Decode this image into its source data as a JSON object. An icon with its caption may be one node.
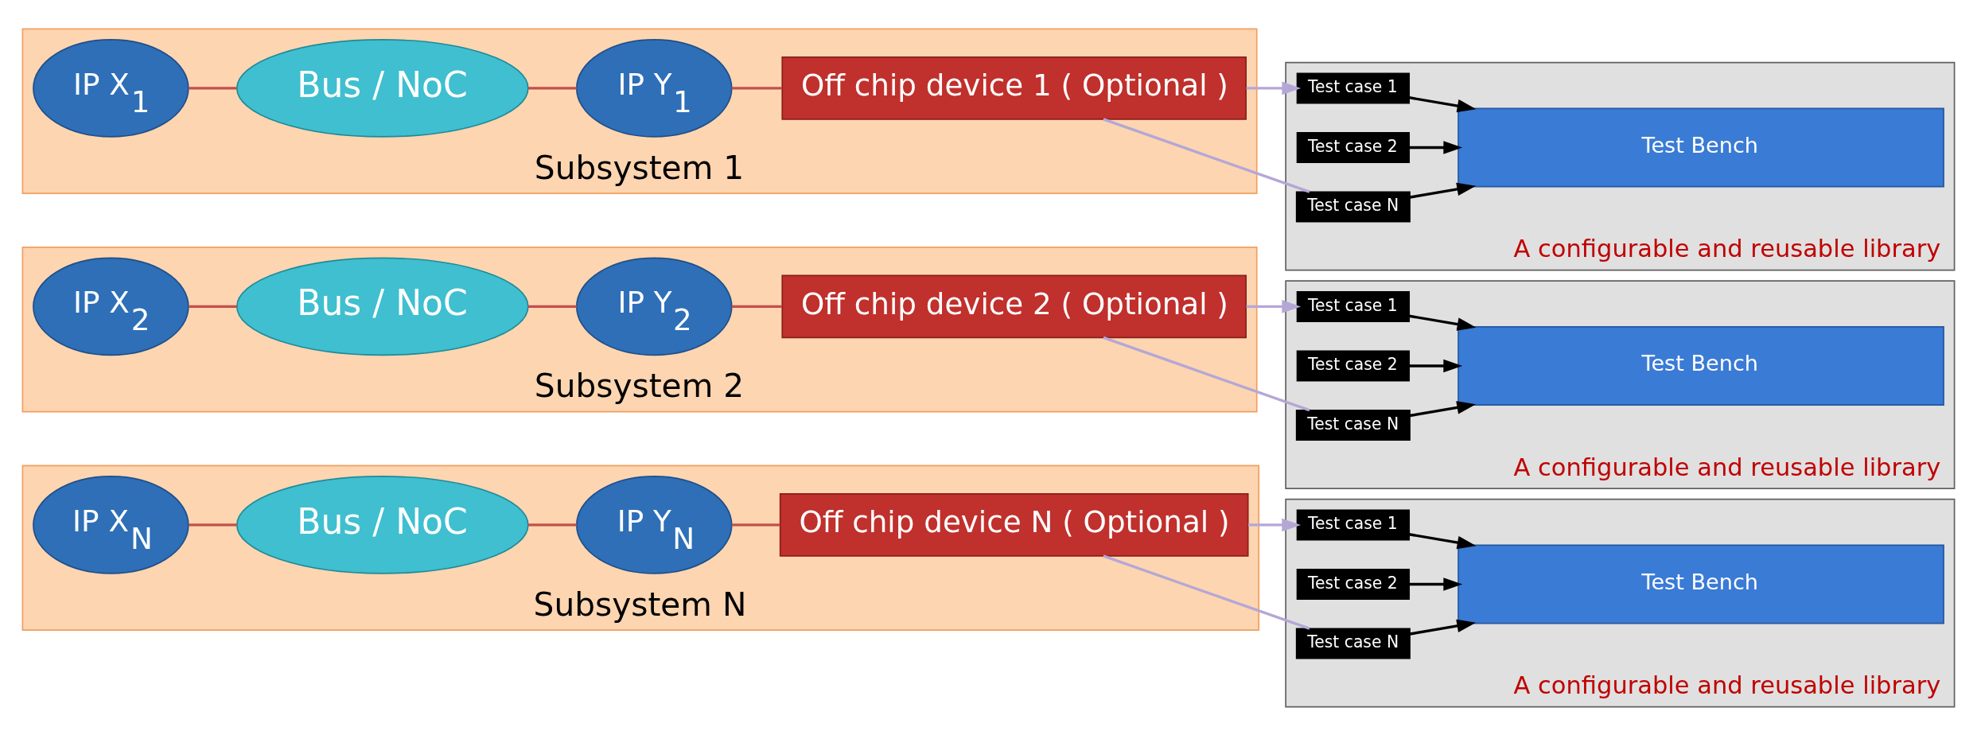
{
  "diagram": {
    "nodes": [
      {
        "text": [
          "Subsystem 1"
        ]
      },
      {
        "text": [
          "IP X$_{1}$"
        ],
        "in": 0
      },
      {
        "text": [
          "Bus / NoC"
        ],
        "in": 0
      },
      {
        "text": [
          "IP Y$_{1}$"
        ],
        "in": 0
      },
      {
        "text": [
          "Off chip device 1 ( Optional )"
        ],
        "in": 0
      },
      {
        "text": [
          "A configurable and reusable library"
        ]
      },
      {
        "text": [
          "Test case 1"
        ],
        "in": 5
      },
      {
        "text": [
          "Test case 2"
        ],
        "in": 5
      },
      {
        "text": [
          "Test case N"
        ],
        "in": 5
      },
      {
        "text": [
          "Test Bench"
        ],
        "in": 5
      },
      {
        "text": [
          "Subsystem 2"
        ]
      },
      {
        "text": [
          "IP X$_{2}$"
        ],
        "in": 10
      },
      {
        "text": [
          "Bus / NoC"
        ],
        "in": 10
      },
      {
        "text": [
          "IP Y$_{2}$"
        ],
        "in": 10
      },
      {
        "text": [
          "Off chip device 2 ( Optional )"
        ],
        "in": 10
      },
      {
        "text": [
          "A configurable and reusable library"
        ]
      },
      {
        "text": [
          "Test case 1"
        ],
        "in": 15
      },
      {
        "text": [
          "Test case 2"
        ],
        "in": 15
      },
      {
        "text": [
          "Test case N"
        ],
        "in": 15
      },
      {
        "text": [
          "Test Bench"
        ],
        "in": 15
      },
      {
        "text": [
          "Subsystem N"
        ]
      },
      {
        "text": [
          "IP X$_{N}$"
        ],
        "in": 20
      },
      {
        "text": [
          "Bus / NoC"
        ],
        "in": 20
      },
      {
        "text": [
          "IP Y$_{N}$"
        ],
        "in": 20
      },
      {
        "text": [
          "Off chip device N ( Optional )"
        ],
        "in": 20
      },
      {
        "text": [
          "A configurable and reusable library"
        ]
      },
      {
        "text": [
          "Test case 1"
        ],
        "in": 25
      },
      {
        "text": [
          "Test case 2"
        ],
        "in": 25
      },
      {
        "text": [
          "Test case N"
        ],
        "in": 25
      },
      {
        "text": [
          "Test Bench"
        ],
        "in": 25
      }
    ],
    "edges": [
      {
        "from": 1,
        "to": 2,
        "arrow": "none",
        "color": "#c0504d"
      },
      {
        "from": 2,
        "to": 3,
        "arrow": "none",
        "color": "#c0504d"
      },
      {
        "from": 3,
        "to": 4,
        "arrow": "none",
        "color": "#c0504d"
      },
      {
        "from": 4,
        "to": 6,
        "arrow": "to",
        "color": "#b4a7d6"
      },
      {
        "from": 8,
        "to": 4,
        "arrow": "none",
        "color": "#b4a7d6"
      },
      {
        "from": 6,
        "to": 9,
        "arrow": "to",
        "color": "#000000"
      },
      {
        "from": 7,
        "to": 9,
        "arrow": "to",
        "color": "#000000"
      },
      {
        "from": 8,
        "to": 9,
        "arrow": "to",
        "color": "#000000"
      },
      {
        "from": 11,
        "to": 12,
        "arrow": "none",
        "color": "#c0504d"
      },
      {
        "from": 12,
        "to": 13,
        "arrow": "none",
        "color": "#c0504d"
      },
      {
        "from": 13,
        "to": 14,
        "arrow": "none",
        "color": "#c0504d"
      },
      {
        "from": 14,
        "to": 16,
        "arrow": "to",
        "color": "#b4a7d6"
      },
      {
        "from": 18,
        "to": 14,
        "arrow": "none",
        "color": "#b4a7d6"
      },
      {
        "from": 16,
        "to": 19,
        "arrow": "to",
        "color": "#000000"
      },
      {
        "from": 17,
        "to": 19,
        "arrow": "to",
        "color": "#000000"
      },
      {
        "from": 18,
        "to": 19,
        "arrow": "to",
        "color": "#000000"
      },
      {
        "from": 21,
        "to": 22,
        "arrow": "none",
        "color": "#c0504d"
      },
      {
        "from": 22,
        "to": 23,
        "arrow": "none",
        "color": "#c0504d"
      },
      {
        "from": 23,
        "to": 24,
        "arrow": "none",
        "color": "#c0504d"
      },
      {
        "from": 24,
        "to": 26,
        "arrow": "to",
        "color": "#b4a7d6"
      },
      {
        "from": 28,
        "to": 24,
        "arrow": "none",
        "color": "#b4a7d6"
      },
      {
        "from": 26,
        "to": 29,
        "arrow": "to",
        "color": "#000000"
      },
      {
        "from": 27,
        "to": 29,
        "arrow": "to",
        "color": "#000000"
      },
      {
        "from": 28,
        "to": 29,
        "arrow": "to",
        "color": "#000000"
      }
    ]
  }
}
